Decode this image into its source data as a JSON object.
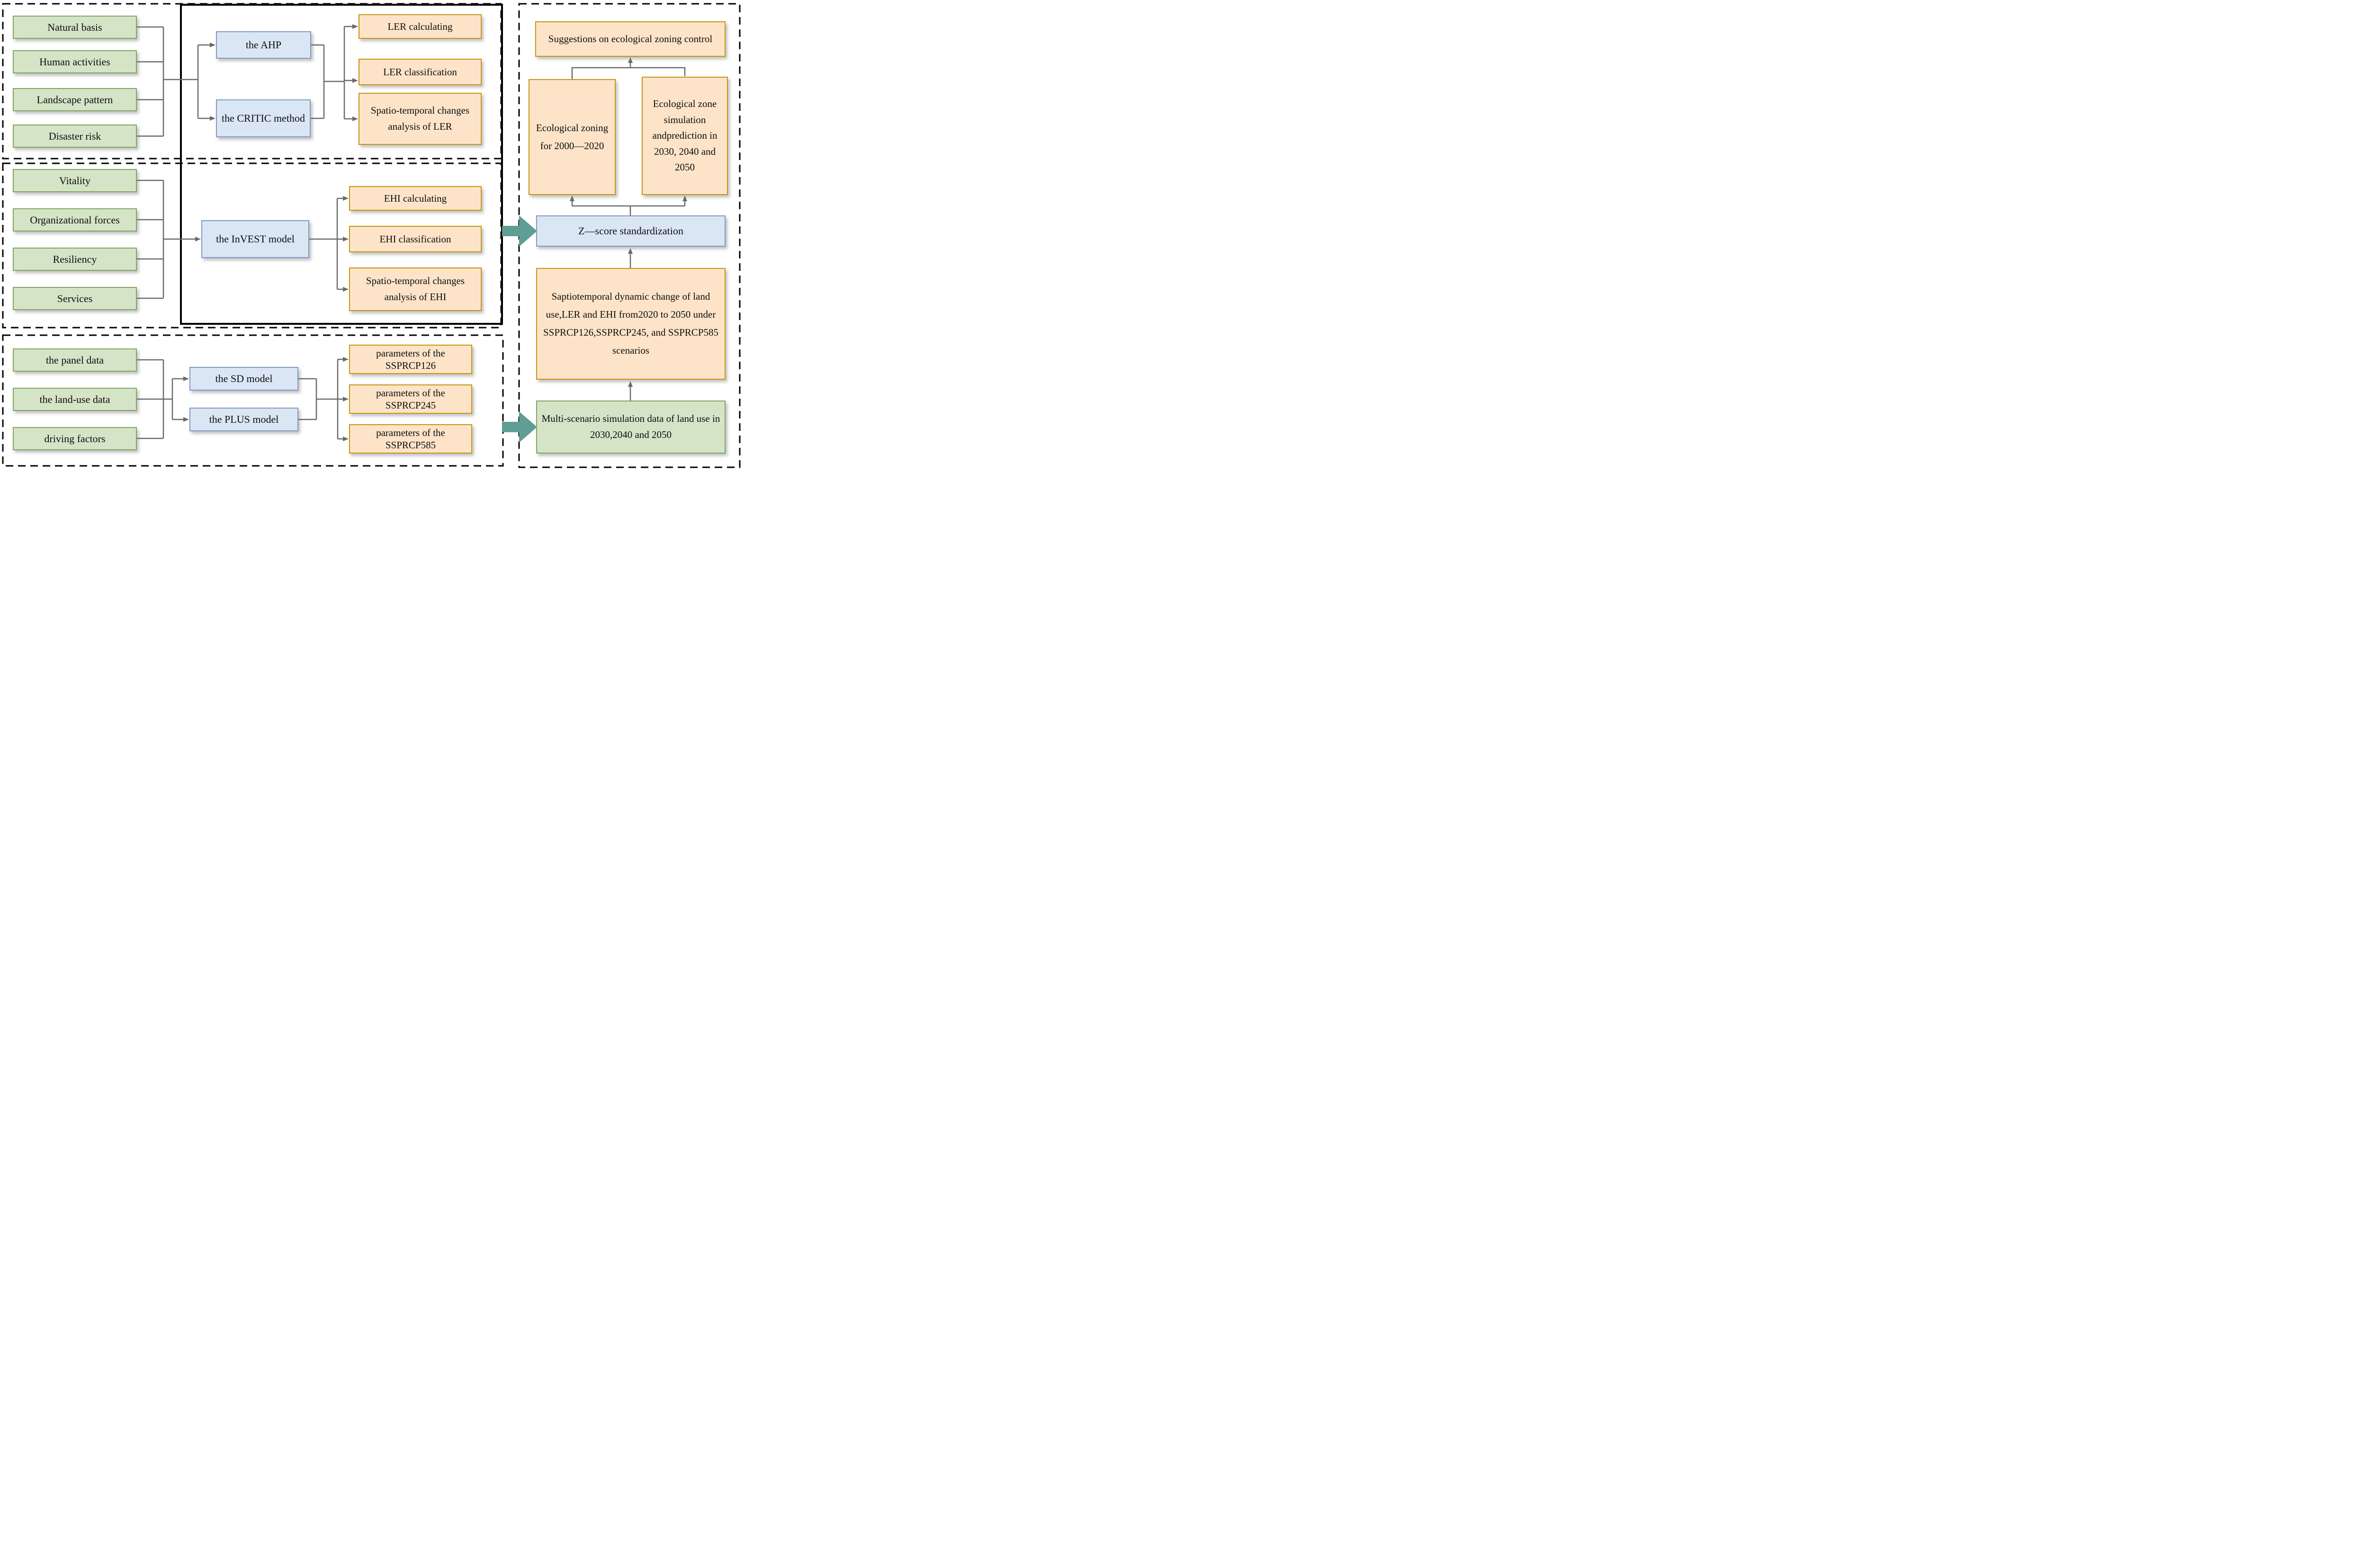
{
  "sections": {
    "ler_row": {
      "inputs": [
        "Natural basis",
        "Human activities",
        "Landscape pattern",
        "Disaster risk"
      ],
      "methods": [
        "the AHP",
        "the CRITIC method"
      ],
      "outputs": [
        "LER calculating",
        "LER classification",
        "Spatio-temporal changes analysis of LER"
      ]
    },
    "ehi_row": {
      "inputs": [
        "Vitality",
        "Organizational forces",
        "Resiliency",
        "Services"
      ],
      "methods": [
        "the InVEST model"
      ],
      "outputs": [
        "EHI calculating",
        "EHI classification",
        "Spatio-temporal changes analysis of EHI"
      ]
    },
    "scenario_row": {
      "inputs": [
        "the panel data",
        "the land-use data",
        "driving factors"
      ],
      "methods": [
        "the SD model",
        "the PLUS model"
      ],
      "outputs": [
        "parameters of the SSPRCP126",
        "parameters of the SSPRCP245",
        "parameters of the SSPRCP585"
      ]
    },
    "right_panel": {
      "suggestions": "Suggestions on ecological zoning control",
      "zoning": "Ecological zoning for 2000—2020",
      "zone_simulation": "Ecological zone simulation andprediction in 2030, 2040 and 2050",
      "zscore": "Z—score standardization",
      "spatiotemporal": "Saptiotemporal dynamic change of land use,LER and EHI from2020 to 2050 under SSPRCP126,SSPRCP245, and SSPRCP585 scenarios",
      "multiscenario": "Multi-scenario simulation data of land use in 2030,2040 and 2050"
    }
  },
  "colors": {
    "input_fill": "#d5e4c7",
    "input_border": "#7fa55f",
    "method_fill": "#dbe6f5",
    "method_border": "#7e99c4",
    "output_fill": "#fde4c8",
    "output_border": "#c6950f",
    "connector": "#6a6a6a",
    "flow_arrow": "#5f9e94",
    "frame": "#000000"
  }
}
